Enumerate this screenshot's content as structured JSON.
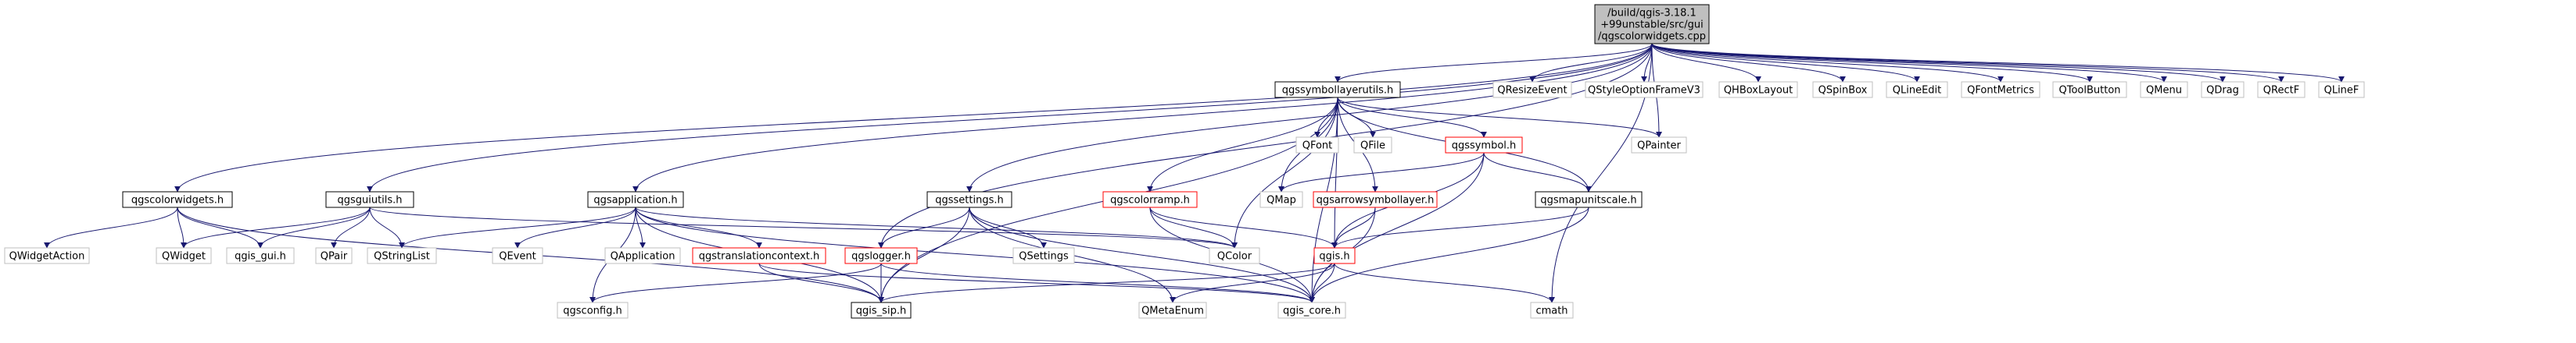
{
  "graph": {
    "nodes": [
      {
        "id": "root",
        "lines": [
          "/build/qgis-3.18.1",
          "+99unstable/src/gui",
          "/qgscolorwidgets.cpp"
        ],
        "style": "root"
      },
      {
        "id": "qgscolorwidgets_h",
        "lines": [
          "qgscolorwidgets.h"
        ],
        "style": "black"
      },
      {
        "id": "qgsguiutils_h",
        "lines": [
          "qgsguiutils.h"
        ],
        "style": "black"
      },
      {
        "id": "qgsapplication_h",
        "lines": [
          "qgsapplication.h"
        ],
        "style": "black"
      },
      {
        "id": "qgssettings_h",
        "lines": [
          "qgssettings.h"
        ],
        "style": "black"
      },
      {
        "id": "qgssymbollayerutils_h",
        "lines": [
          "qgssymbollayerutils.h"
        ],
        "style": "black"
      },
      {
        "id": "qgscolorramp_h",
        "lines": [
          "qgscolorramp.h"
        ],
        "style": "red"
      },
      {
        "id": "qgsarrowsymbollayer_h",
        "lines": [
          "qgsarrowsymbollayer.h"
        ],
        "style": "red"
      },
      {
        "id": "qgssymbol_h",
        "lines": [
          "qgssymbol.h"
        ],
        "style": "red"
      },
      {
        "id": "qgsmapunitscale_h",
        "lines": [
          "qgsmapunitscale.h"
        ],
        "style": "black"
      },
      {
        "id": "qgstranslationcontext_h",
        "lines": [
          "qgstranslationcontext.h"
        ],
        "style": "red"
      },
      {
        "id": "qgslogger_h",
        "lines": [
          "qgslogger.h"
        ],
        "style": "red"
      },
      {
        "id": "qgis_h",
        "lines": [
          "qgis.h"
        ],
        "style": "red"
      },
      {
        "id": "QWidgetAction",
        "lines": [
          "QWidgetAction"
        ],
        "style": "gray"
      },
      {
        "id": "QWidget",
        "lines": [
          "QWidget"
        ],
        "style": "gray"
      },
      {
        "id": "qgis_gui_h",
        "lines": [
          "qgis_gui.h"
        ],
        "style": "gray"
      },
      {
        "id": "QPair",
        "lines": [
          "QPair"
        ],
        "style": "gray"
      },
      {
        "id": "QStringList",
        "lines": [
          "QStringList"
        ],
        "style": "gray"
      },
      {
        "id": "QEvent",
        "lines": [
          "QEvent"
        ],
        "style": "gray"
      },
      {
        "id": "QApplication",
        "lines": [
          "QApplication"
        ],
        "style": "gray"
      },
      {
        "id": "QSettings",
        "lines": [
          "QSettings"
        ],
        "style": "gray"
      },
      {
        "id": "QColor",
        "lines": [
          "QColor"
        ],
        "style": "gray"
      },
      {
        "id": "QMap",
        "lines": [
          "QMap"
        ],
        "style": "gray"
      },
      {
        "id": "QFont",
        "lines": [
          "QFont"
        ],
        "style": "gray"
      },
      {
        "id": "QFile",
        "lines": [
          "QFile"
        ],
        "style": "gray"
      },
      {
        "id": "QPainter",
        "lines": [
          "QPainter"
        ],
        "style": "gray"
      },
      {
        "id": "QMetaEnum",
        "lines": [
          "QMetaEnum"
        ],
        "style": "gray"
      },
      {
        "id": "cmath",
        "lines": [
          "cmath"
        ],
        "style": "gray"
      },
      {
        "id": "qgsconfig_h",
        "lines": [
          "qgsconfig.h"
        ],
        "style": "gray"
      },
      {
        "id": "qgis_sip_h",
        "lines": [
          "qgis_sip.h"
        ],
        "style": "black"
      },
      {
        "id": "qgis_core_h",
        "lines": [
          "qgis_core.h"
        ],
        "style": "gray"
      },
      {
        "id": "QResizeEvent",
        "lines": [
          "QResizeEvent"
        ],
        "style": "gray"
      },
      {
        "id": "QStyleOptionFrameV3",
        "lines": [
          "QStyleOptionFrameV3"
        ],
        "style": "gray"
      },
      {
        "id": "QHBoxLayout",
        "lines": [
          "QHBoxLayout"
        ],
        "style": "gray"
      },
      {
        "id": "QSpinBox",
        "lines": [
          "QSpinBox"
        ],
        "style": "gray"
      },
      {
        "id": "QLineEdit",
        "lines": [
          "QLineEdit"
        ],
        "style": "gray"
      },
      {
        "id": "QFontMetrics",
        "lines": [
          "QFontMetrics"
        ],
        "style": "gray"
      },
      {
        "id": "QToolButton",
        "lines": [
          "QToolButton"
        ],
        "style": "gray"
      },
      {
        "id": "QMenu",
        "lines": [
          "QMenu"
        ],
        "style": "gray"
      },
      {
        "id": "QDrag",
        "lines": [
          "QDrag"
        ],
        "style": "gray"
      },
      {
        "id": "QRectF",
        "lines": [
          "QRectF"
        ],
        "style": "gray"
      },
      {
        "id": "QLineF",
        "lines": [
          "QLineF"
        ],
        "style": "gray"
      }
    ],
    "edges": [
      [
        "root",
        "qgscolorwidgets_h"
      ],
      [
        "root",
        "qgsguiutils_h"
      ],
      [
        "root",
        "qgsapplication_h"
      ],
      [
        "root",
        "qgssettings_h"
      ],
      [
        "root",
        "qgslogger_h"
      ],
      [
        "root",
        "qgssymbollayerutils_h"
      ],
      [
        "root",
        "cmath"
      ],
      [
        "root",
        "QResizeEvent"
      ],
      [
        "root",
        "QStyleOptionFrameV3"
      ],
      [
        "root",
        "QHBoxLayout"
      ],
      [
        "root",
        "QSpinBox"
      ],
      [
        "root",
        "QLineEdit"
      ],
      [
        "root",
        "QFontMetrics"
      ],
      [
        "root",
        "QToolButton"
      ],
      [
        "root",
        "QMenu"
      ],
      [
        "root",
        "QDrag"
      ],
      [
        "root",
        "QRectF"
      ],
      [
        "root",
        "QLineF"
      ],
      [
        "root",
        "QPainter"
      ],
      [
        "qgscolorwidgets_h",
        "QWidgetAction"
      ],
      [
        "qgscolorwidgets_h",
        "QWidget"
      ],
      [
        "qgscolorwidgets_h",
        "qgis_gui_h"
      ],
      [
        "qgscolorwidgets_h",
        "qgis_sip_h"
      ],
      [
        "qgsguiutils_h",
        "QWidget"
      ],
      [
        "qgsguiutils_h",
        "qgis_gui_h"
      ],
      [
        "qgsguiutils_h",
        "QPair"
      ],
      [
        "qgsguiutils_h",
        "QStringList"
      ],
      [
        "qgsguiutils_h",
        "QColor"
      ],
      [
        "qgsapplication_h",
        "QStringList"
      ],
      [
        "qgsapplication_h",
        "QEvent"
      ],
      [
        "qgsapplication_h",
        "QApplication"
      ],
      [
        "qgsapplication_h",
        "qgstranslationcontext_h"
      ],
      [
        "qgsapplication_h",
        "qgsconfig_h"
      ],
      [
        "qgsapplication_h",
        "qgis_sip_h"
      ],
      [
        "qgsapplication_h",
        "qgis_core_h"
      ],
      [
        "qgsapplication_h",
        "QColor"
      ],
      [
        "qgssettings_h",
        "QSettings"
      ],
      [
        "qgssettings_h",
        "QMetaEnum"
      ],
      [
        "qgssettings_h",
        "qgslogger_h"
      ],
      [
        "qgssettings_h",
        "qgis_sip_h"
      ],
      [
        "qgssettings_h",
        "qgis_core_h"
      ],
      [
        "qgssymbollayerutils_h",
        "qgis_core_h"
      ],
      [
        "qgssymbollayerutils_h",
        "qgis_sip_h"
      ],
      [
        "qgssymbollayerutils_h",
        "QMap"
      ],
      [
        "qgssymbollayerutils_h",
        "QFont"
      ],
      [
        "qgssymbollayerutils_h",
        "QFile"
      ],
      [
        "qgssymbollayerutils_h",
        "QPainter"
      ],
      [
        "qgssymbollayerutils_h",
        "qgssymbol_h"
      ],
      [
        "qgssymbollayerutils_h",
        "qgscolorramp_h"
      ],
      [
        "qgssymbollayerutils_h",
        "qgsarrowsymbollayer_h"
      ],
      [
        "qgssymbollayerutils_h",
        "qgsmapunitscale_h"
      ],
      [
        "qgssymbollayerutils_h",
        "qgis_h"
      ],
      [
        "qgssymbollayerutils_h",
        "QColor"
      ],
      [
        "qgssymbol_h",
        "QMap"
      ],
      [
        "qgssymbol_h",
        "qgis_h"
      ],
      [
        "qgssymbol_h",
        "qgsmapunitscale_h"
      ],
      [
        "qgssymbol_h",
        "qgis_core_h"
      ],
      [
        "qgscolorramp_h",
        "qgis_h"
      ],
      [
        "qgscolorramp_h",
        "QColor"
      ],
      [
        "qgscolorramp_h",
        "qgis_core_h"
      ],
      [
        "qgsarrowsymbollayer_h",
        "qgis_h"
      ],
      [
        "qgsarrowsymbollayer_h",
        "qgis_core_h"
      ],
      [
        "qgsmapunitscale_h",
        "qgis_h"
      ],
      [
        "qgsmapunitscale_h",
        "qgis_core_h"
      ],
      [
        "qgstranslationcontext_h",
        "qgis_sip_h"
      ],
      [
        "qgstranslationcontext_h",
        "qgis_core_h"
      ],
      [
        "qgslogger_h",
        "qgsconfig_h"
      ],
      [
        "qgslogger_h",
        "qgis_sip_h"
      ],
      [
        "qgslogger_h",
        "qgis_core_h"
      ],
      [
        "qgis_h",
        "QMetaEnum"
      ],
      [
        "qgis_h",
        "cmath"
      ],
      [
        "qgis_h",
        "qgis_sip_h"
      ],
      [
        "qgis_h",
        "qgis_core_h"
      ]
    ]
  },
  "colors": {
    "edge": "#191970",
    "root_fill": "#bfbfbf",
    "black_border": "#000000",
    "red_border": "#ff0000",
    "gray_border": "#bfbfbf",
    "text": "#000000",
    "background": "#ffffff"
  }
}
